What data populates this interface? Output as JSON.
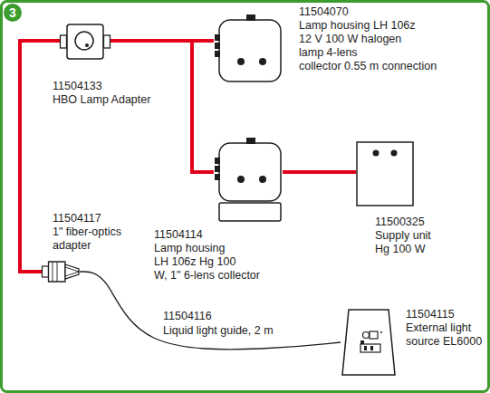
{
  "diagram": {
    "nodes": [
      {
        "text": [
          "11504133",
          "HBO Lamp Adapter"
        ]
      },
      {
        "text": [
          "11504070",
          "Lamp housing LH 106z 12 V 100 W halogen lamp 4-lens collector 0.55 m connection"
        ]
      },
      {
        "text": [
          "11504114",
          "Lamp housing LH 106z Hg 100 W, 1\" 6-lens collector"
        ]
      },
      {
        "text": [
          "11500325",
          "Supply unit Hg 100 W"
        ]
      },
      {
        "text": [
          "11504117",
          "1\" fiber-optics adapter"
        ]
      },
      {
        "text": [
          "11504115",
          "External light source EL6000"
        ]
      }
    ],
    "edges": [
      {
        "from": 0,
        "to": 1,
        "arrow": "none"
      },
      {
        "from": 0,
        "to": 2,
        "arrow": "none"
      },
      {
        "from": 2,
        "to": 3,
        "arrow": "none"
      },
      {
        "from": 0,
        "to": 4,
        "arrow": "none"
      },
      {
        "from": 4,
        "to": 5,
        "label": "Liquid light guide, 2 m",
        "arrow": "none"
      }
    ],
    "labels": [
      "3",
      "11504116"
    ]
  }
}
